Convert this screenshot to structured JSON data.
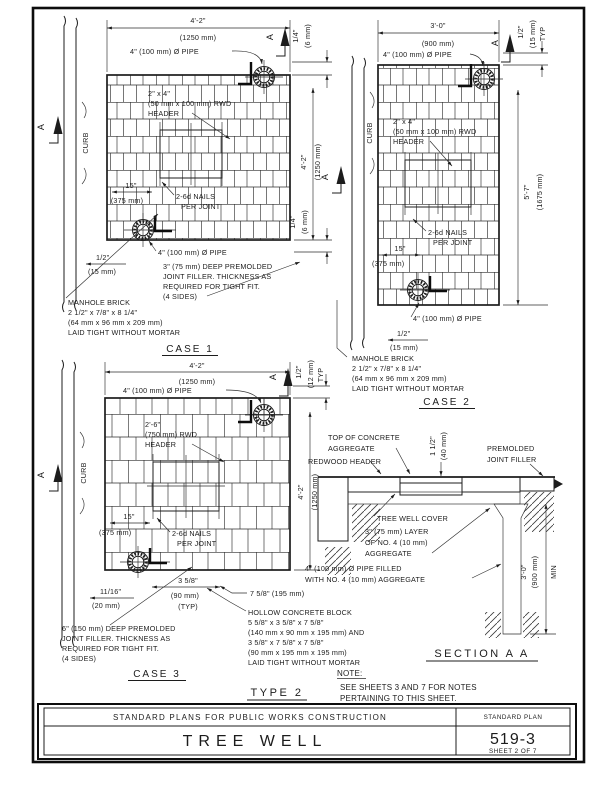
{
  "title_block": {
    "header": "STANDARD PLANS FOR PUBLIC WORKS CONSTRUCTION",
    "title": "TREE WELL",
    "standard_plan_label": "STANDARD PLAN",
    "plan_number": "519-3",
    "sheet_label": "SHEET 2 OF 7"
  },
  "type_label": "TYPE 2",
  "note": {
    "heading": "NOTE:",
    "lines": [
      "SEE SHEETS 3 AND 7 FOR NOTES",
      "PERTAINING TO THIS SHEET."
    ]
  },
  "section": {
    "label": "SECTION A A",
    "top_of_concrete": [
      "TOP OF CONCRETE",
      "AGGREGATE"
    ],
    "redwood_header": "REDWOOD HEADER",
    "cover_depth": [
      "1 1/2\"",
      "(40 mm)"
    ],
    "premolded": [
      "PREMOLDED",
      "JOINT FILLER"
    ],
    "tree_well_cover": "TREE WELL COVER",
    "aggregate_layer": [
      "3\" (75 mm) LAYER",
      "OF NO. 4 (10 mm)",
      "AGGREGATE"
    ],
    "pipe_filled": [
      "4\" (100 mm) Ø PIPE FILLED",
      "WITH NO. 4 (10 mm) AGGREGATE"
    ],
    "depth": "3'-0\"",
    "depth_mm": "(900 mm)",
    "depth_min": "MIN"
  },
  "case1": {
    "label": "CASE 1",
    "curb": "CURB",
    "marker": "A",
    "dim_width": [
      "4'-2\"",
      "(1250 mm)"
    ],
    "pipe_top": "4\" (100 mm) Ø PIPE",
    "offset_top": [
      "1/4\"",
      "(6 mm)"
    ],
    "dim_height": [
      "4'-2\"",
      "(1250 mm)"
    ],
    "offset_bottom": [
      "1/4\"",
      "(6 mm)"
    ],
    "header_note": [
      "2\" x 4\"",
      "(50 mm x 100 mm) RWD",
      "HEADER"
    ],
    "dim_inset": [
      "15\"",
      "(375 mm)"
    ],
    "nails": [
      "2-6d NAILS",
      "PER JOINT"
    ],
    "pipe_bottom": "4\" (100 mm) Ø PIPE",
    "joint_gap": [
      "1/2\"",
      "(15 mm)"
    ],
    "filler_note": [
      "3\" (75 mm) DEEP PREMOLDED",
      "JOINT FILLER. THICKNESS AS",
      "REQUIRED FOR TIGHT FIT.",
      "(4 SIDES)"
    ],
    "brick_note": [
      "MANHOLE BRICK",
      "2 1/2\" x 7/8\" x 8 1/4\"",
      "(64 mm x 96 mm x 209 mm)",
      "LAID TIGHT WITHOUT MORTAR"
    ]
  },
  "case2": {
    "label": "CASE 2",
    "curb": "CURB",
    "marker": "A",
    "dim_width": [
      "3'-0\"",
      "(900 mm)"
    ],
    "pipe_top": "4\" (100 mm) Ø PIPE",
    "joint_typ": [
      "1/2\"",
      "(15 mm)",
      "TYP"
    ],
    "dim_height": [
      "5'-7\"",
      "(1675 mm)"
    ],
    "header_note": [
      "2\" x 4\"",
      "(50 mm x 100 mm) RWD",
      "HEADER"
    ],
    "nails": [
      "2-6d NAILS",
      "PER JOINT"
    ],
    "dim_inset": [
      "15\"",
      "(375 mm)"
    ],
    "pipe_bottom": "4\" (100 mm) Ø PIPE",
    "joint_gap": [
      "1/2\"",
      "(15 mm)"
    ],
    "brick_note": [
      "MANHOLE BRICK",
      "2 1/2\" x 7/8\" x 8 1/4\"",
      "(64 mm x 96 mm x 209 mm)",
      "LAID TIGHT WITHOUT MORTAR"
    ]
  },
  "case3": {
    "label": "CASE 3",
    "curb": "CURB",
    "marker": "A",
    "dim_width": [
      "4'-2\"",
      "(1250 mm)"
    ],
    "pipe_top": "4\" (100 mm) Ø PIPE",
    "joint_typ": [
      "1/2\"",
      "(12 mm)",
      "TYP"
    ],
    "dim_height": [
      "4'-2\"",
      "(1250 mm)"
    ],
    "header_note": [
      "2'-6\"",
      "(750 mm) RWD",
      "HEADER"
    ],
    "dim_inset": [
      "15\"",
      "(375 mm)"
    ],
    "nails": [
      "2-6d NAILS",
      "PER JOINT"
    ],
    "dim_block_offset": [
      "11/16\"",
      "(20 mm)"
    ],
    "dim_block_width": [
      "3 5/8\"",
      "(90 mm)",
      "(TYP)"
    ],
    "dim_block_length": "7 5/8\" (195 mm)",
    "filler_note": [
      "6\" (150 mm) DEEP PREMOLDED",
      "JOINT FILLER. THICKNESS AS",
      "REQUIRED FOR TIGHT FIT.",
      "(4 SIDES)"
    ],
    "block_note": [
      "HOLLOW CONCRETE BLOCK",
      "5 5/8\" x 3 5/8\" x 7 5/8\"",
      "(140 mm x 90 mm x 195 mm) AND",
      "3 5/8\" x 7 5/8\" x 7 5/8\"",
      "(90 mm x 195 mm x 195 mm)",
      "LAID TIGHT WITHOUT MORTAR"
    ]
  }
}
